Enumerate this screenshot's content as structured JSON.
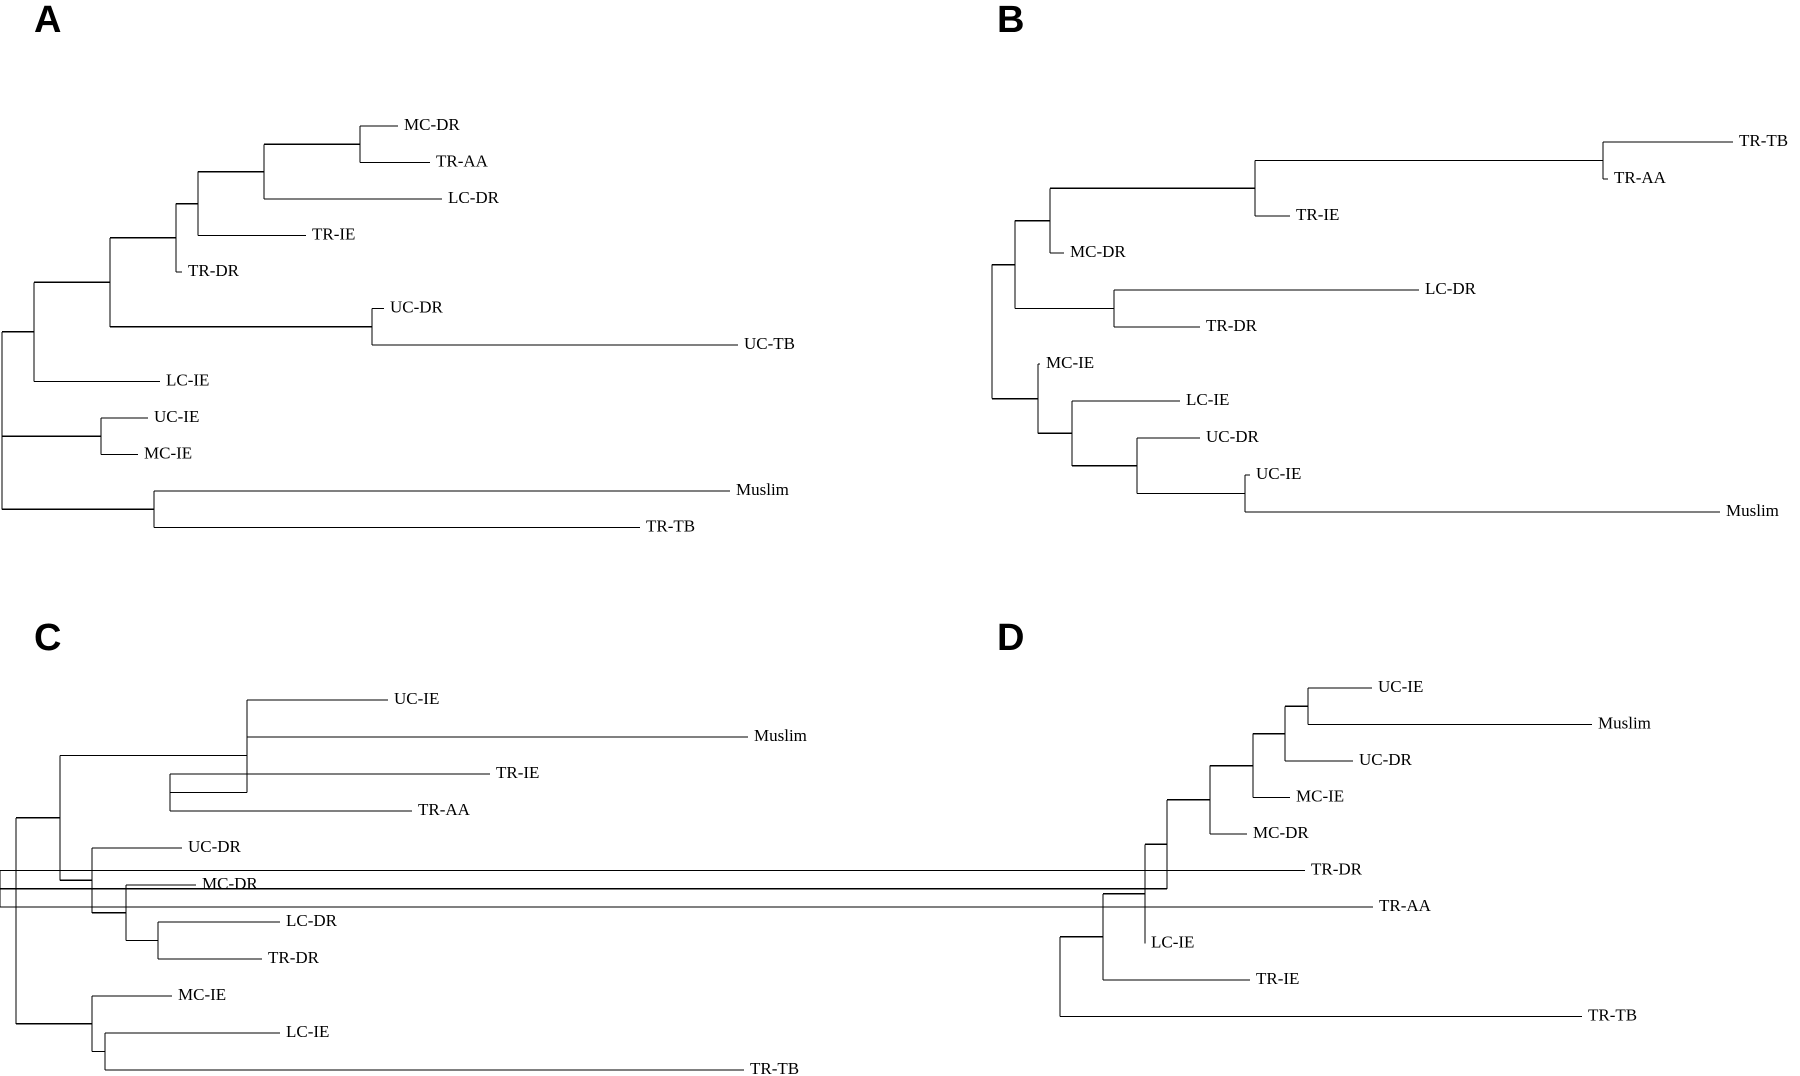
{
  "panels": [
    {
      "letter": "A",
      "tree": {
        "children": [
          {
            "children": [
              {
                "children": [
                  {
                    "children": [
                      {
                        "children": [
                          {
                            "children": [
                              {
                                "children": [
                                  {
                                    "label": "MC-DR"
                                  },
                                  {
                                    "label": "TR-AA"
                                  }
                                ]
                              },
                              {
                                "label": "LC-DR"
                              }
                            ]
                          },
                          {
                            "label": "TR-IE"
                          }
                        ]
                      },
                      {
                        "label": "TR-DR"
                      }
                    ]
                  },
                  {
                    "children": [
                      {
                        "label": "UC-DR"
                      },
                      {
                        "label": "UC-TB"
                      }
                    ]
                  }
                ]
              },
              {
                "label": "LC-IE"
              }
            ]
          },
          {
            "children": [
              {
                "label": "UC-IE"
              },
              {
                "label": "MC-IE"
              }
            ]
          },
          {
            "children": [
              {
                "label": "Muslim"
              },
              {
                "label": "TR-TB"
              }
            ]
          }
        ]
      }
    },
    {
      "letter": "B",
      "tree": {
        "children": [
          {
            "children": [
              {
                "children": [
                  {
                    "children": [
                      {
                        "children": [
                          {
                            "label": "TR-TB"
                          },
                          {
                            "label": "TR-AA"
                          }
                        ]
                      },
                      {
                        "label": "TR-IE"
                      }
                    ]
                  },
                  {
                    "label": "MC-DR"
                  }
                ]
              },
              {
                "children": [
                  {
                    "label": "LC-DR"
                  },
                  {
                    "label": "TR-DR"
                  }
                ]
              }
            ]
          },
          {
            "children": [
              {
                "label": "MC-IE"
              },
              {
                "children": [
                  {
                    "label": "LC-IE"
                  },
                  {
                    "children": [
                      {
                        "label": "UC-DR"
                      },
                      {
                        "children": [
                          {
                            "label": "UC-IE"
                          },
                          {
                            "label": "Muslim"
                          }
                        ]
                      }
                    ]
                  }
                ]
              }
            ]
          }
        ]
      }
    },
    {
      "letter": "C",
      "tree": {
        "children": [
          {
            "children": [
              {
                "children": [
                  {
                    "children": [
                      {
                        "label": "UC-IE"
                      },
                      {
                        "label": "Muslim"
                      }
                    ]
                  },
                  {
                    "children": [
                      {
                        "label": "TR-IE"
                      },
                      {
                        "label": "TR-AA"
                      }
                    ]
                  }
                ]
              },
              {
                "children": [
                  {
                    "label": "UC-DR"
                  },
                  {
                    "children": [
                      {
                        "label": "MC-DR"
                      },
                      {
                        "children": [
                          {
                            "label": "LC-DR"
                          },
                          {
                            "label": "TR-DR"
                          }
                        ]
                      }
                    ]
                  }
                ]
              }
            ]
          },
          {
            "children": [
              {
                "label": "MC-IE"
              },
              {
                "children": [
                  {
                    "label": "LC-IE"
                  },
                  {
                    "label": "TR-TB"
                  }
                ]
              }
            ]
          }
        ]
      }
    },
    {
      "letter": "D",
      "tree": {
        "children": [
          {
            "children": [
              {
                "children": [
                  {
                    "children": [
                      {
                        "children": [
                          {
                            "children": [
                              {
                                "children": [
                                  {
                                    "children": [
                                      {
                                        "label": "UC-IE"
                                      },
                                      {
                                        "label": "Muslim"
                                      }
                                    ]
                                  },
                                  {
                                    "label": "UC-DR"
                                  }
                                ]
                              },
                              {
                                "label": "MC-IE"
                              }
                            ]
                          },
                          {
                            "label": "MC-DR"
                          }
                        ]
                      },
                      {
                        "children": [
                          {
                            "label": "TR-DR"
                          },
                          {
                            "label": "TR-AA"
                          }
                        ]
                      }
                    ]
                  },
                  {
                    "label": "LC-IE"
                  }
                ]
              },
              {
                "label": "TR-IE"
              }
            ]
          },
          {
            "label": "TR-TB"
          }
        ]
      }
    }
  ]
}
